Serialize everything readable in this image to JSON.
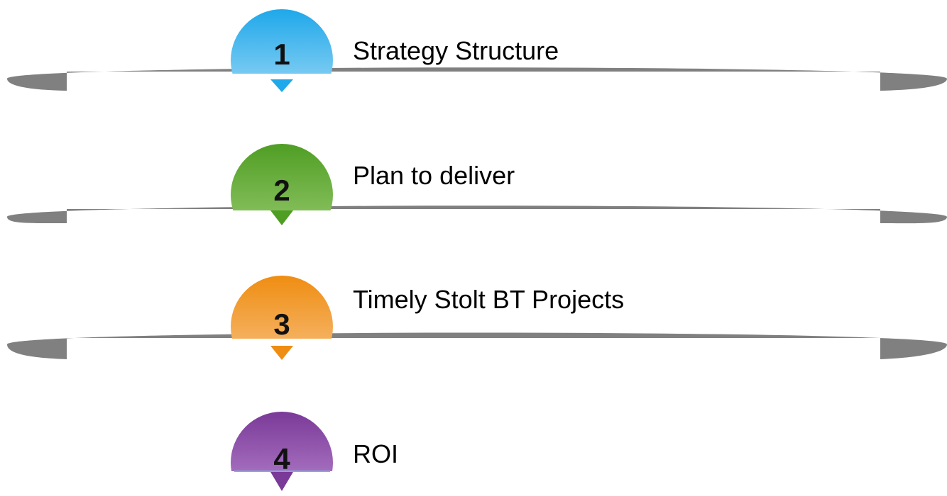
{
  "steps": [
    {
      "number": "1",
      "label": "Strategy Structure",
      "color_top": "#1fa8ea",
      "color_bottom": "#a9ddf6"
    },
    {
      "number": "2",
      "label": "Plan to deliver",
      "color_top": "#4f9e24",
      "color_bottom": "#9ccc72"
    },
    {
      "number": "3",
      "label": "Timely Stolt BT Projects",
      "color_top": "#ef8d12",
      "color_bottom": "#f8c58a"
    },
    {
      "number": "4",
      "label": "ROI",
      "color_top": "#7a3a98",
      "color_bottom": "#c08fd6"
    }
  ],
  "ribbon_color": "#808080"
}
